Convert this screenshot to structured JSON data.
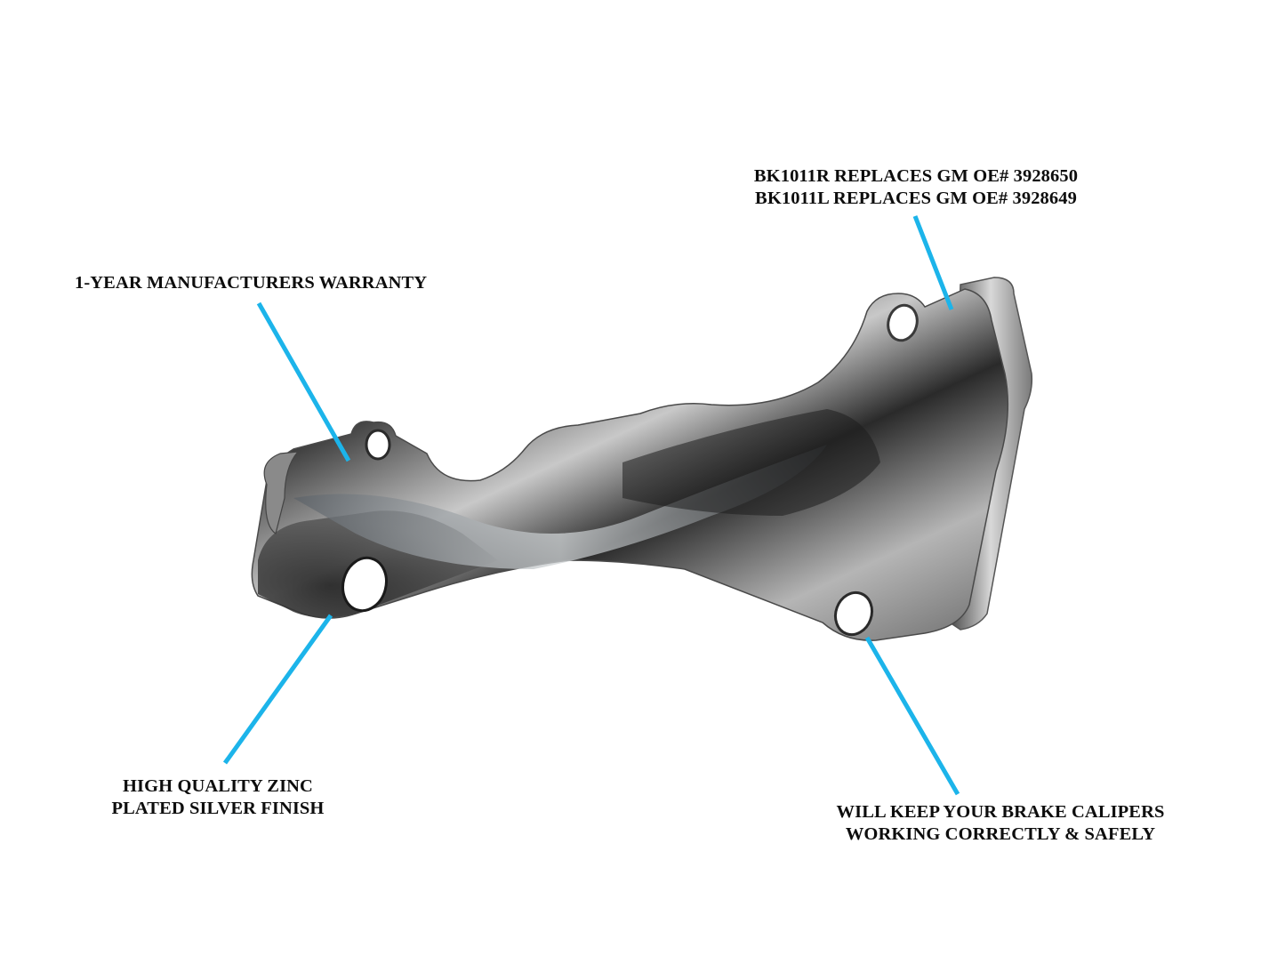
{
  "image": {
    "subject": "zinc plated brake caliper bracket",
    "background_color": "#ffffff",
    "callout_color": "#1cb4ea"
  },
  "callouts": {
    "oe_numbers": {
      "lines": [
        "BK1011R REPLACES GM OE# 3928650",
        "BK1011L REPLACES GM OE# 3928649"
      ]
    },
    "warranty": {
      "lines": [
        "1-YEAR MANUFACTURERS WARRANTY"
      ]
    },
    "finish": {
      "lines": [
        "HIGH QUALITY ZINC",
        "PLATED SILVER FINISH"
      ]
    },
    "function": {
      "lines": [
        "WILL KEEP YOUR BRAKE CALIPERS",
        "WORKING CORRECTLY & SAFELY"
      ]
    }
  }
}
